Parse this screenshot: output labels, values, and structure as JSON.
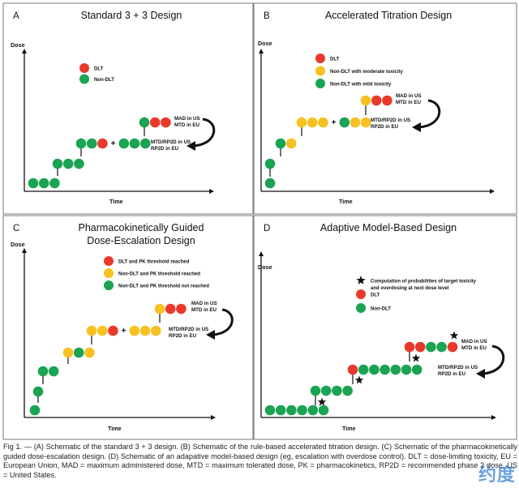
{
  "panels": [
    {
      "letter": "A",
      "title_lines": [
        "Standard 3 + 3 Design"
      ],
      "y_axis": "Dose",
      "x_axis": "Time",
      "legend": [
        {
          "color": "red",
          "text": "DLT"
        },
        {
          "color": "green",
          "text": "Non-DLT"
        }
      ],
      "labels": {
        "mad": [
          "MAD in US",
          "MTD in EU"
        ],
        "mtd": [
          "MTD/RP2D in US",
          "RP2D in EU"
        ]
      }
    },
    {
      "letter": "B",
      "title_lines": [
        "Accelerated Titration Design"
      ],
      "y_axis": "Dose",
      "x_axis": "Time",
      "legend": [
        {
          "color": "red",
          "text": "DLT"
        },
        {
          "color": "yellow",
          "text": "Non-DLT with moderate toxicity"
        },
        {
          "color": "green",
          "text": "Non-DLT with mild toxicity"
        }
      ],
      "labels": {
        "mad": [
          "MAD in US",
          "MTD in EU"
        ],
        "mtd": [
          "MTD/RP2D in US",
          "RP2D in EU"
        ]
      }
    },
    {
      "letter": "C",
      "title_lines": [
        "Pharmacokinetically Guided",
        "Dose-Escalation Design"
      ],
      "y_axis": "Dose",
      "x_axis": "Time",
      "legend": [
        {
          "color": "red",
          "text": "DLT and PK threshold reached"
        },
        {
          "color": "yellow",
          "text": "Non-DLT and PK threshold reached"
        },
        {
          "color": "green",
          "text": "Non-DLT and PK threshold not reached"
        }
      ],
      "labels": {
        "mad": [
          "MAD in US",
          "MTD in EU"
        ],
        "mtd": [
          "MTD/RP2D in US",
          "RP2D in EU"
        ]
      }
    },
    {
      "letter": "D",
      "title_lines": [
        "Adaptive Model-Based Design"
      ],
      "y_axis": "Dose",
      "x_axis": "Time",
      "legend": [
        {
          "color": "star",
          "text": "Computation of probabilities of target toxicity",
          "text2": "and overdosing at next dose level"
        },
        {
          "color": "red",
          "text": "DLT"
        },
        {
          "color": "green",
          "text": "Non-DLT"
        }
      ],
      "labels": {
        "mad": [
          "MAD in US",
          "MTD in EU"
        ],
        "mtd": [
          "MTD/RP2D in US",
          "RP2D in EU"
        ]
      }
    }
  ],
  "colors": {
    "red": "#e8392b",
    "green": "#1aa352",
    "yellow": "#f6c121",
    "frame": "#7a7a7a",
    "text": "#111111"
  },
  "caption": "Fig 1. — (A) Schematic of the standard 3 + 3 design. (B) Schematic of the rule-based accelerated titration design. (C) Schematic of the pharmacokinetically guided dose-escalation design. (D) Schematic of an adapative model-based design (eg, escalation with overdose control). DLT = dose-limiting toxicity, EU = European Union, MAD = maximum administered dose, MTD = maximum tolerated dose, PK = pharmacokinetics, RP2D = recommended phase 2 dose, US = United States.",
  "watermark": "约度"
}
